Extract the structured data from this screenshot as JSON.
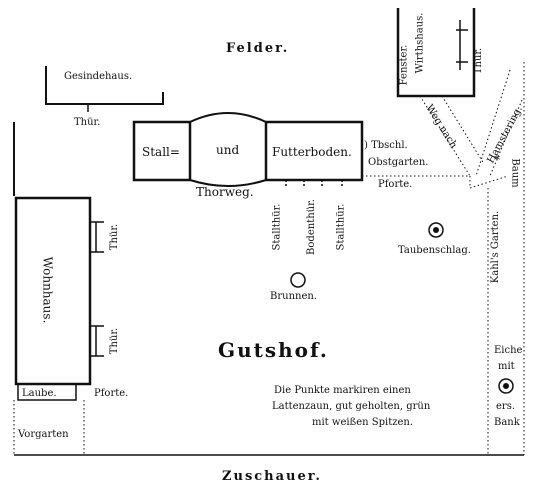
{
  "labels": {
    "felder": "Felder.",
    "gesindehaus": "Gesindehaus.",
    "thuer_gesinde": "Thür.",
    "stall": "Stall=",
    "und": "und",
    "futterboden": "Futterboden.",
    "tbschl": ") Tbschl.",
    "obstgarten": "Obstgarten.",
    "thorweg": "Thorweg.",
    "pforte_top": "Pforte.",
    "stallthuer1": "Stallthür.",
    "bodenthuer": "Bodenthür.",
    "stallthuer2": "Stallthür.",
    "fenster": "Fenster.",
    "wirthshaus": "Wirthshaus.",
    "thuer_wirths": "Thür.",
    "weg": "Weg nach",
    "hamstering": "Hamstering.",
    "baum": "Baum",
    "star": "*",
    "taubenschlag": "Taubenschlag.",
    "kahls_garten": "Kahl's Garten.",
    "brunnen": "Brunnen.",
    "wohnhaus": "Wohnhaus.",
    "thuer_w1": "Thür.",
    "thuer_w2": "Thür.",
    "gutshof": "Gutshof.",
    "eiche": "Eiche",
    "mit": "mit",
    "ers": "ers.",
    "bank": "Bank",
    "laube": "Laube.",
    "pforte_bottom": "Pforte.",
    "note_line1": "Die Punkte markiren einen",
    "note_line2": "Lattenzaun, gut geholten, grün",
    "note_line3": "mit weißen Spitzen.",
    "vorgarten": "Vorgarten",
    "zuschauer": "Zuschauer."
  }
}
